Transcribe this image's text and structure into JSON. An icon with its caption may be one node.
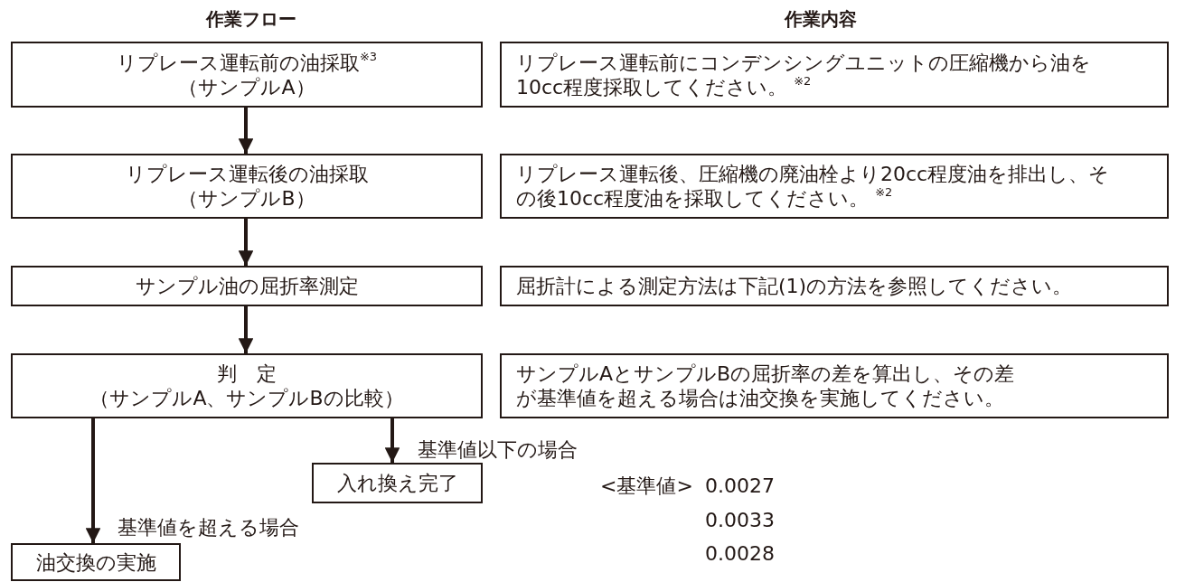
{
  "diagram": {
    "nodes": [
      {
        "text": [
          "リプレース運転前の油採取$^{※3}$",
          "（サンプルA）"
        ]
      },
      {
        "text": [
          "リプレース運転前にコンデンシングユニットの圧縮機から油を10cc程度採取してください。 $^{※2}$"
        ]
      },
      {
        "text": [
          "リプレース運転後の油採取",
          "（サンプルB）"
        ]
      },
      {
        "text": [
          "リプレース運転後、圧縮機の廃油栓より20cc程度油を排出し、その後10cc程度油を採取してください。 $^{※2}$"
        ]
      },
      {
        "text": [
          "サンプル油の屈折率測定"
        ]
      },
      {
        "text": [
          "屈折計による測定方法は下記(1)の方法を参照してください。"
        ]
      },
      {
        "text": [
          "判　定",
          "（サンプルA、サンプルBの比較）"
        ]
      },
      {
        "text": [
          "サンプルAとサンプルBの屈折率の差を算出し、その差が基準値を超える場合は油交換を実施してください。"
        ]
      },
      {
        "text": [
          "入れ換え完了"
        ]
      },
      {
        "text": [
          "油交換の実施"
        ]
      }
    ],
    "edges": [
      {
        "from": 0,
        "to": 2,
        "arrow": "to"
      },
      {
        "from": 2,
        "to": 4,
        "arrow": "to"
      },
      {
        "from": 4,
        "to": 6,
        "arrow": "to"
      },
      {
        "from": 6,
        "to": 8,
        "arrow": "to",
        "label": "基準値以下の場合"
      },
      {
        "from": 6,
        "to": 9,
        "arrow": "to",
        "label": "基準値を超える場合"
      }
    ],
    "labels": [
      "作業フロー",
      "作業内容",
      "<基準値>",
      "0.0027",
      "0.0033",
      "0.0028"
    ]
  }
}
